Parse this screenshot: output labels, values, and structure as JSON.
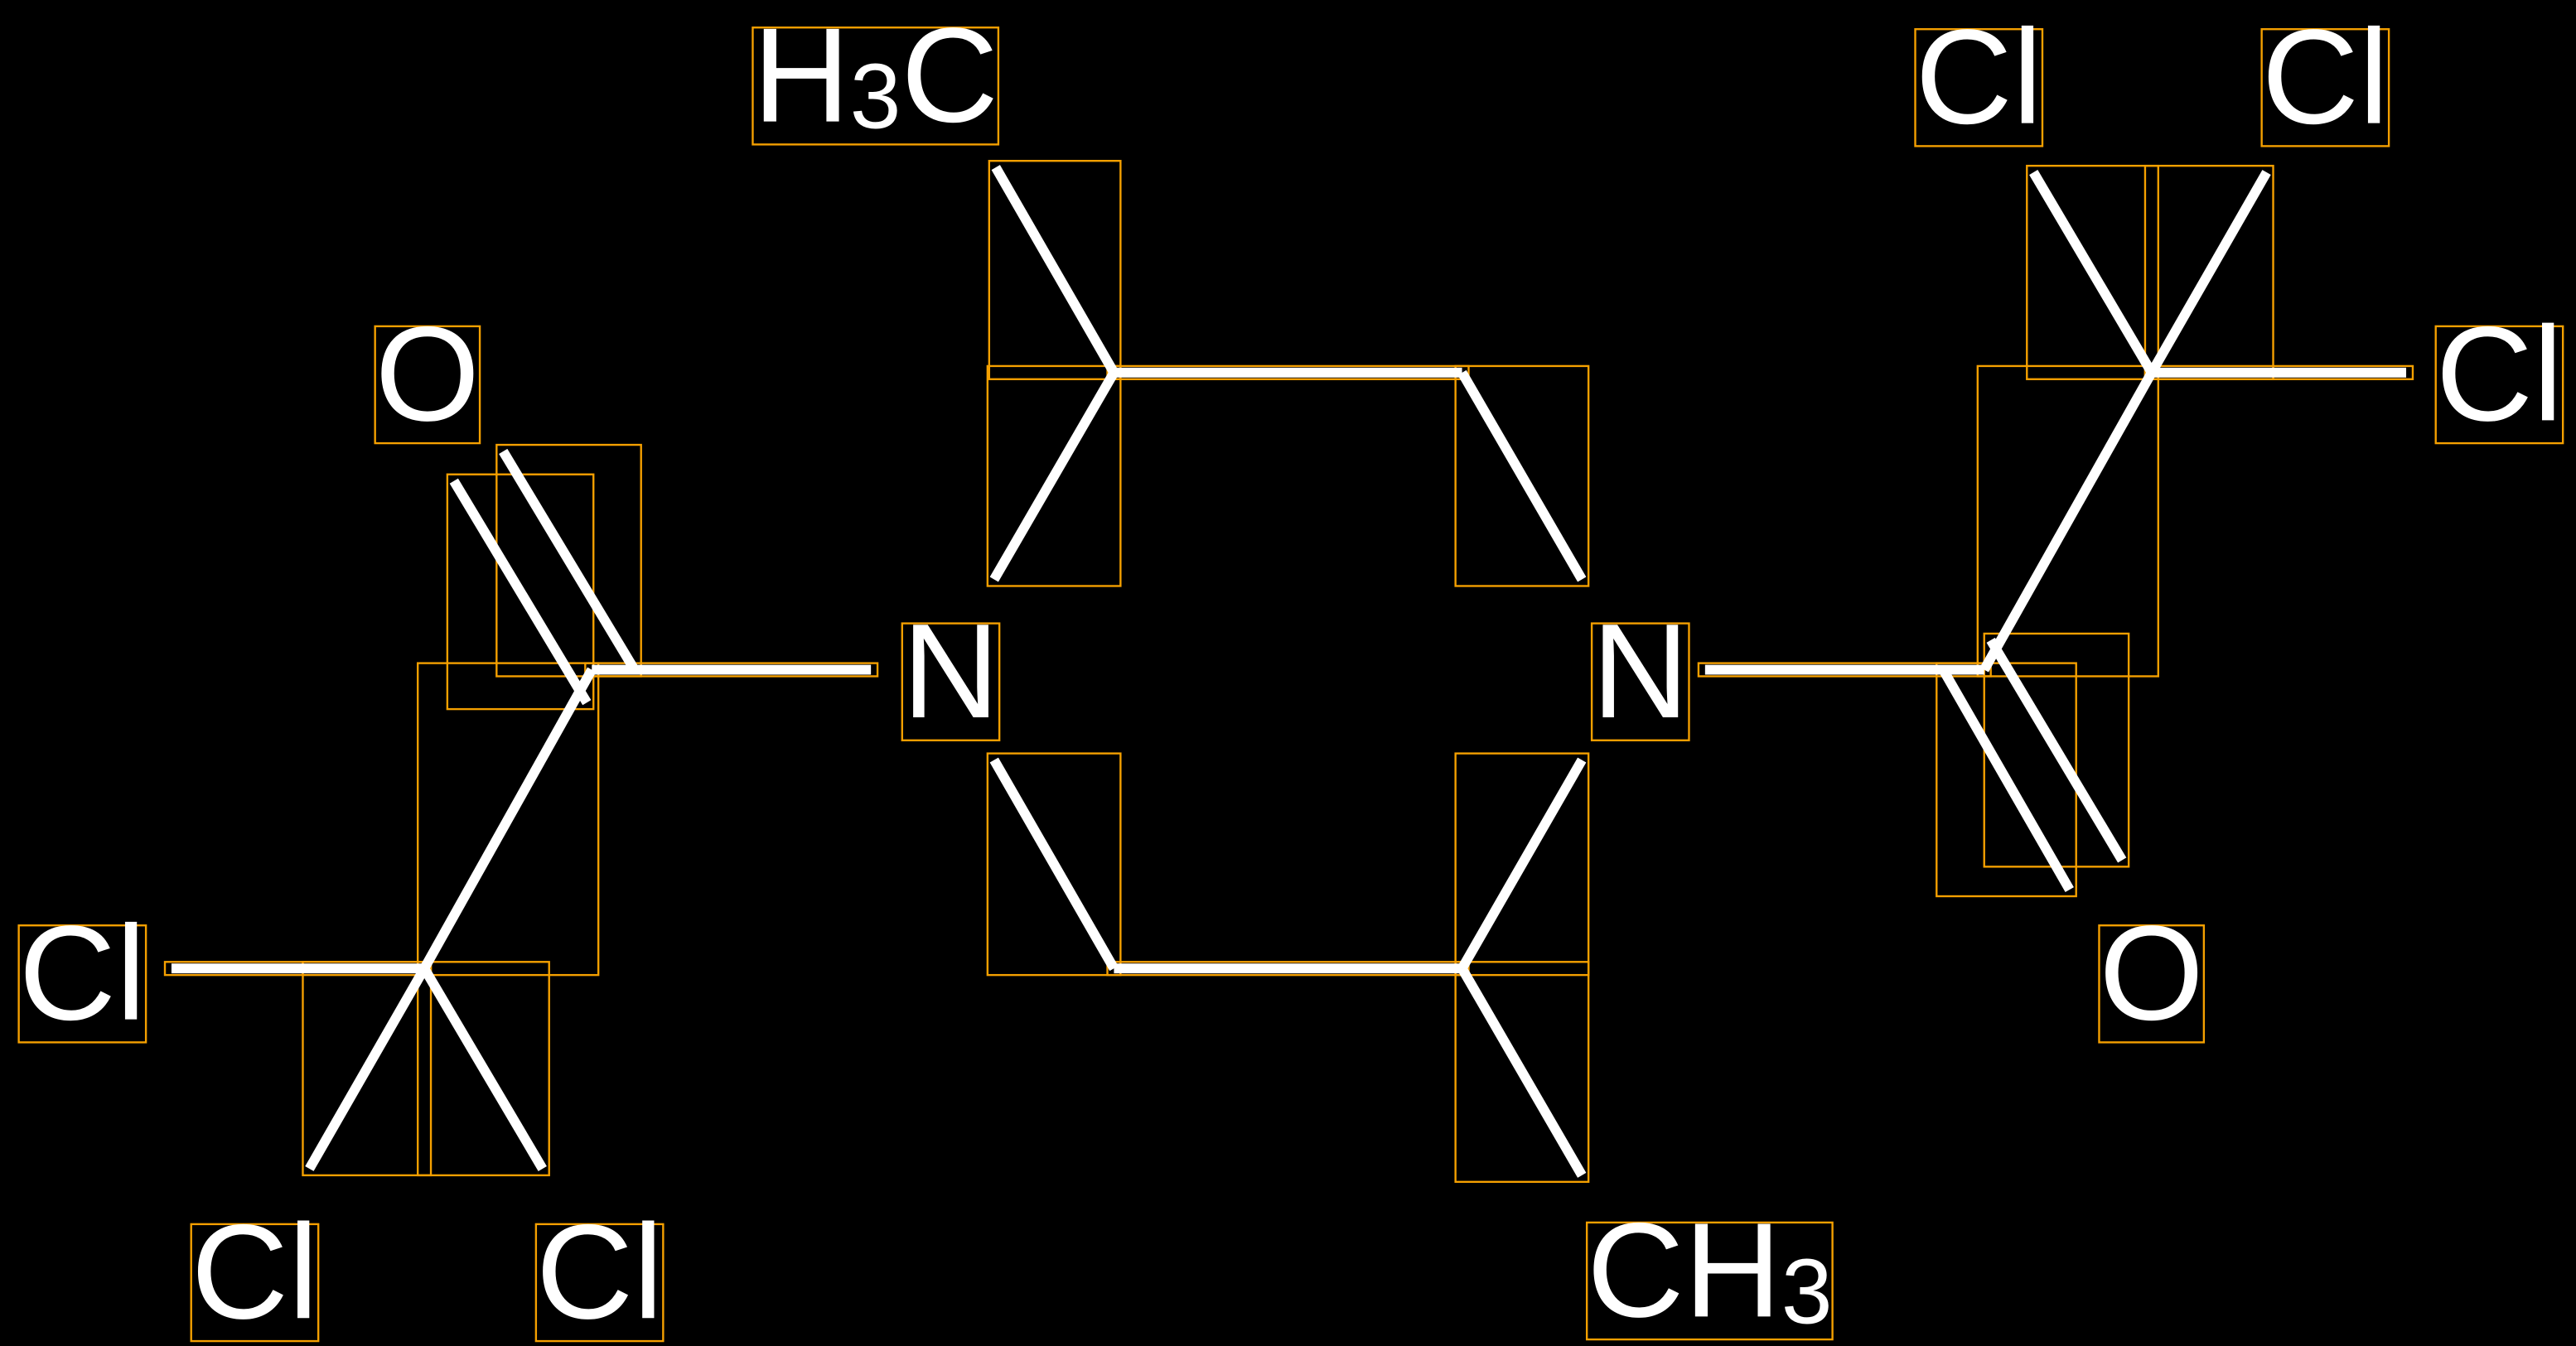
{
  "diagram": {
    "type": "chemical-structure",
    "colors": {
      "background": "#000000",
      "bonds": "#ffffff",
      "bounding_boxes": "#f5a000"
    },
    "atoms": {
      "methyl_top": {
        "main": "H",
        "sub": "3",
        "tail": "C"
      },
      "methyl_bottom": {
        "main": "CH",
        "sub": "3"
      },
      "n_left": "N",
      "n_right": "N",
      "o_left": "O",
      "o_right": "O",
      "cl_left_1": "Cl",
      "cl_left_2": "Cl",
      "cl_left_3": "Cl",
      "cl_right_1": "Cl",
      "cl_right_2": "Cl",
      "cl_right_3": "Cl"
    }
  }
}
